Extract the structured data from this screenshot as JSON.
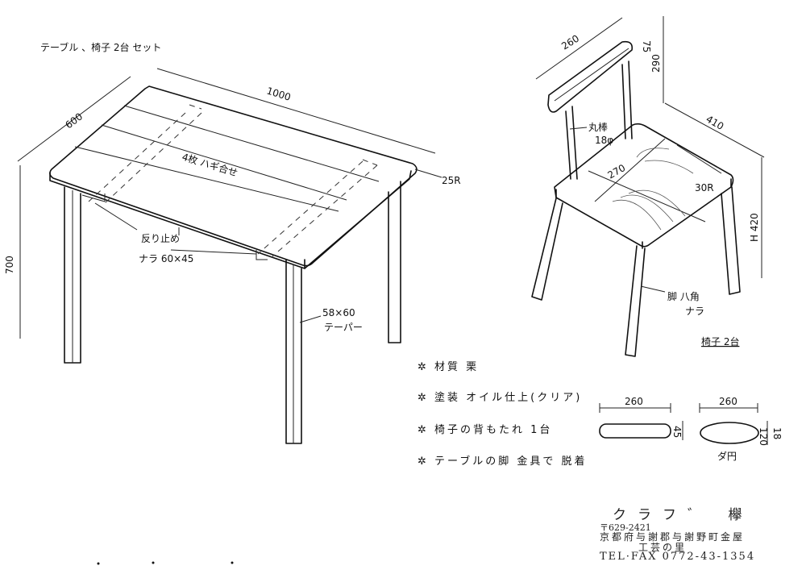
{
  "title": "テーブル 、椅子 2台 セット",
  "table": {
    "dim_width": "1000",
    "dim_depth": "600",
    "dim_height": "700",
    "corner_radius": "25R",
    "top_note": "4枚 ハギ合せ",
    "rail_note": "反り止め",
    "rail_material": "ナラ 60×45",
    "leg_size": "58×60",
    "leg_shape": "テーパー"
  },
  "chair": {
    "dim_back_width": "260",
    "dim_back_height": "75",
    "dim_back_top": "290",
    "dim_depth": "410",
    "dim_seat_height": "H 420",
    "dim_seat_split": "270",
    "corner_radius": "30R",
    "post_note": "丸棒",
    "post_size": "18φ",
    "leg_note": "脚 八角",
    "leg_material": "ナラ",
    "count_label": "椅子 2台"
  },
  "notes": [
    "✲ 材質 栗",
    "✲ 塗装 オイル仕上(クリア)",
    "✲ 椅子の背もたれ 1台",
    "✲ テーブルの脚 金具で 脱着"
  ],
  "backrest_options": {
    "rect_width": "260",
    "rect_height": "45",
    "oval_width": "260",
    "oval_height": "120",
    "oval_thickness": "18",
    "oval_label": "ダ円"
  },
  "maker": {
    "name": "クラフ゛ 欅",
    "postal": "〒629-2421",
    "address": "京都府与謝郡与謝野町金屋",
    "place": "工芸の里",
    "tel": "TEL·FAX 0772-43-1354"
  }
}
